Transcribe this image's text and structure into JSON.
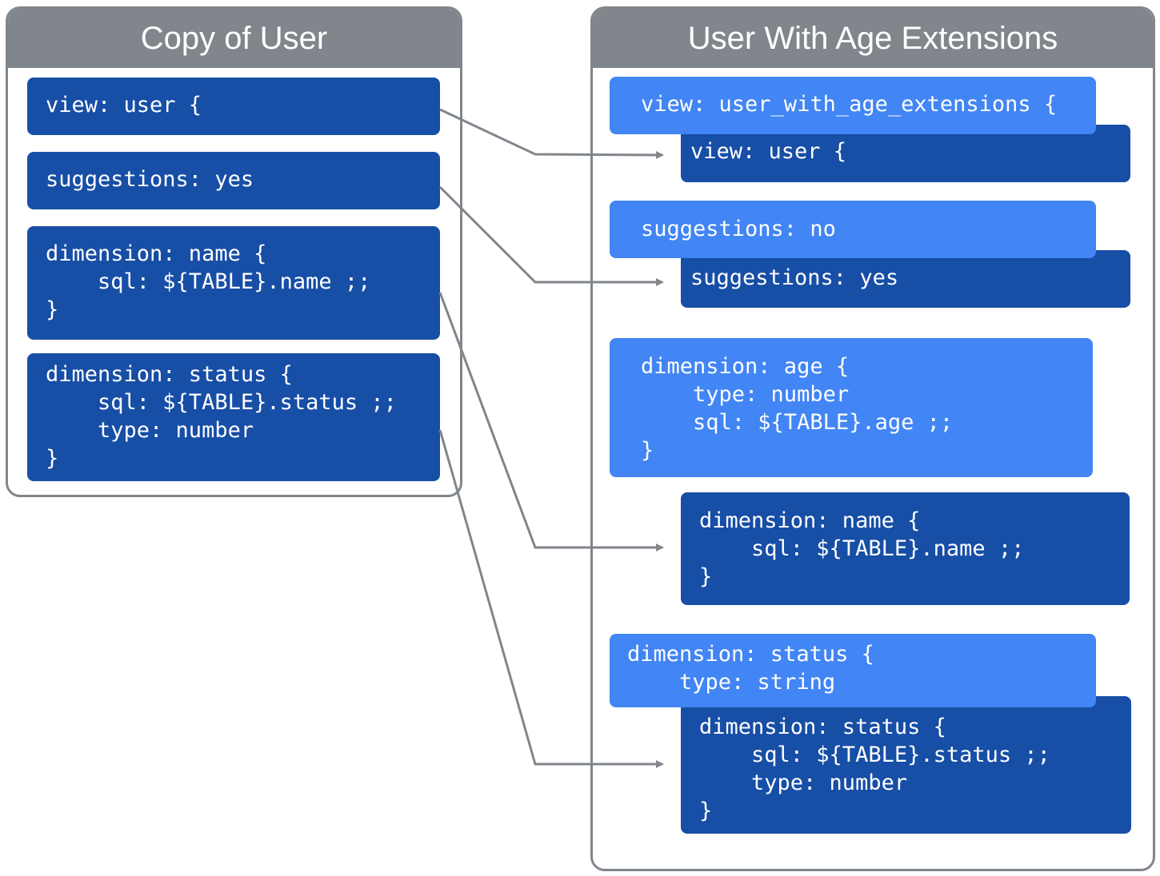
{
  "left_panel": {
    "title": "Copy of User",
    "blocks": [
      "view: user {",
      "suggestions: yes",
      "dimension: name {\n    sql: ${TABLE}.name ;;\n}",
      "dimension: status {\n    sql: ${TABLE}.status ;;\n    type: number\n}"
    ]
  },
  "right_panel": {
    "title": "User With Age Extensions",
    "extension_blocks": [
      "view: user_with_age_extensions {",
      "suggestions: no",
      "dimension: age {\n    type: number\n    sql: ${TABLE}.age ;;\n}",
      "dimension: status {\n    type: string"
    ],
    "copied_blocks": [
      "view: user {",
      "suggestions: yes",
      "dimension: name {\n    sql: ${TABLE}.name ;;\n}",
      "dimension: status {\n    sql: ${TABLE}.status ;;\n    type: number\n}"
    ]
  },
  "colors": {
    "panel_border": "#80868b",
    "original_block": "#174ea6",
    "extension_block": "#4285f4",
    "connector": "#80868b"
  }
}
